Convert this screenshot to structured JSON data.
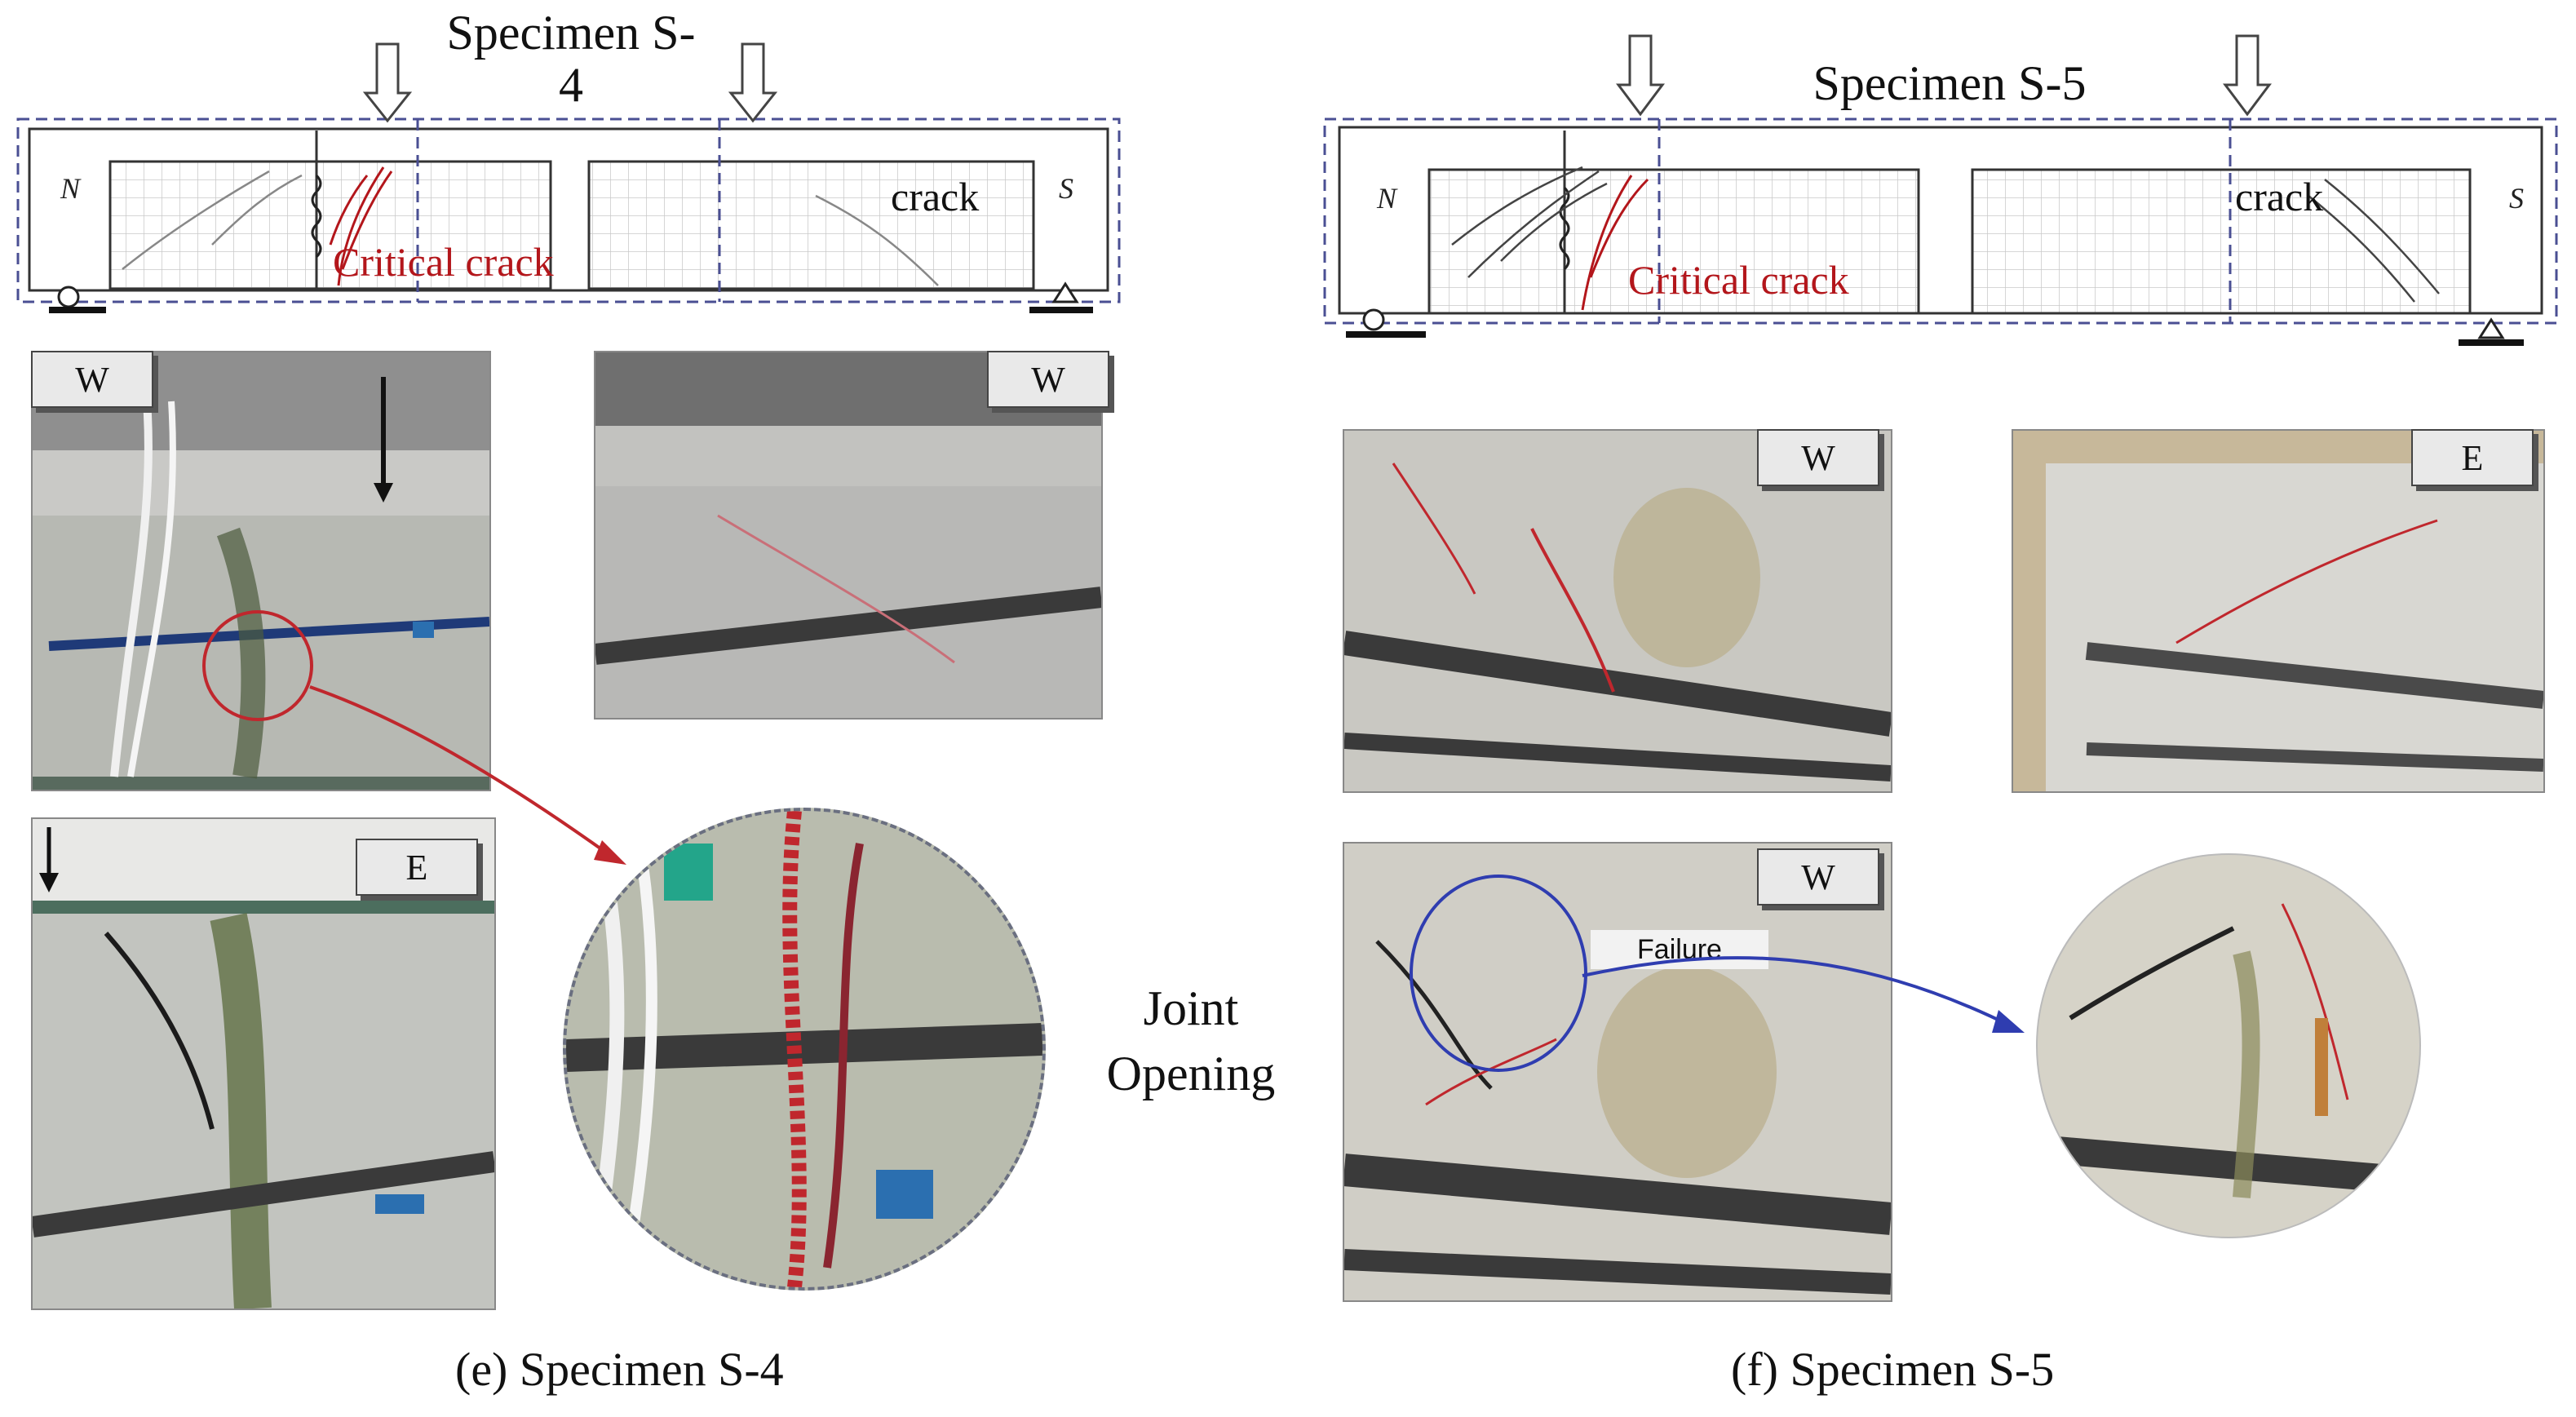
{
  "panel_s4": {
    "title": "Specimen S-4",
    "label_crack": "crack",
    "label_critical": "Critical crack",
    "end_north": "N",
    "end_south": "S",
    "tag_w1": "W",
    "tag_w2": "W",
    "tag_e": "E",
    "caption": "(e) Specimen S-4"
  },
  "panel_s5": {
    "title": "Specimen S-5",
    "label_crack": "crack",
    "label_critical": "Critical crack",
    "end_north": "N",
    "end_south": "S",
    "tag_w1": "W",
    "tag_e": "E",
    "tag_w2": "W",
    "failure": "Failure",
    "caption": "(f) Specimen S-5"
  },
  "joint_opening": "Joint Opening",
  "colors": {
    "crack_red": "#b3161b",
    "dash_blue": "#4a4f93",
    "arrow_red": "#c0272d",
    "arrow_blue": "#2f3db0"
  }
}
